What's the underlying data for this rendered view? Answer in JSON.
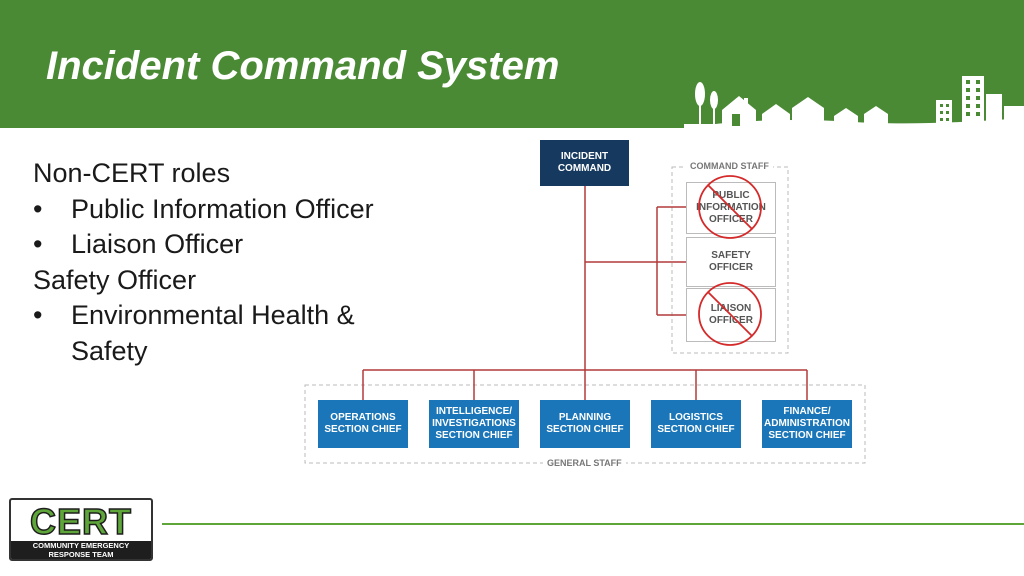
{
  "slide": {
    "title": "Incident Command System"
  },
  "content": {
    "lines": [
      {
        "type": "plain",
        "text": "Non-CERT roles"
      },
      {
        "type": "bullet",
        "text": "Public Information Officer"
      },
      {
        "type": "bullet",
        "text": "Liaison Officer"
      },
      {
        "type": "plain",
        "text": "Safety Officer"
      },
      {
        "type": "bullet",
        "text": "Environmental Health &"
      },
      {
        "type": "continuation",
        "text": "Safety"
      }
    ],
    "bullet_char": "•"
  },
  "org_chart": {
    "command": {
      "lines": [
        "INCIDENT",
        "COMMAND"
      ]
    },
    "command_staff": {
      "label": "COMMAND STAFF",
      "roles": [
        {
          "lines": [
            "PUBLIC",
            "INFORMATION",
            "OFFICER"
          ],
          "crossed_out": true
        },
        {
          "lines": [
            "SAFETY",
            "OFFICER"
          ],
          "crossed_out": false
        },
        {
          "lines": [
            "LIAISON",
            "OFFICER"
          ],
          "crossed_out": true
        }
      ]
    },
    "general_staff": {
      "label": "GENERAL STAFF",
      "sections": [
        {
          "lines": [
            "OPERATIONS",
            "SECTION CHIEF"
          ]
        },
        {
          "lines": [
            "INTELLIGENCE/",
            "INVESTIGATIONS",
            "SECTION CHIEF"
          ]
        },
        {
          "lines": [
            "PLANNING",
            "SECTION CHIEF"
          ]
        },
        {
          "lines": [
            "LOGISTICS",
            "SECTION CHIEF"
          ]
        },
        {
          "lines": [
            "FINANCE/",
            "ADMINISTRATION",
            "SECTION CHIEF"
          ]
        }
      ]
    },
    "colors": {
      "command_fill": "#163a5f",
      "section_fill": "#1a76b8",
      "connector": "#b23a3a",
      "cross_out": "#d42a2a",
      "group_border": "#bbbbbb"
    }
  },
  "logo": {
    "main_text": "CERT",
    "sub_line1": "COMMUNITY EMERGENCY",
    "sub_line2": "RESPONSE TEAM"
  },
  "theme": {
    "header_color": "#4a8a34",
    "accent_line_color": "#5fa63a"
  }
}
